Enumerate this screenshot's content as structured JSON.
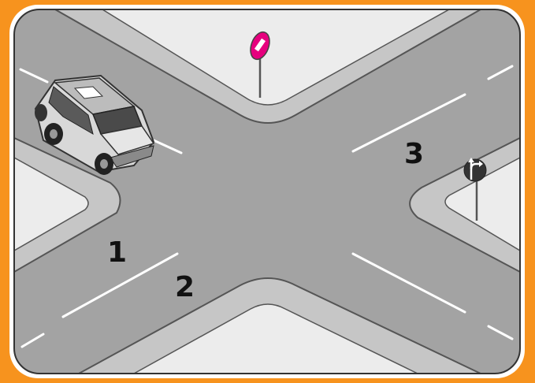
{
  "labels": {
    "position_1": "1",
    "position_2": "2",
    "position_3": "3"
  },
  "signs": {
    "top": "no-entry-sign",
    "right": "right-turn-or-straight-only-sign"
  },
  "colors": {
    "frame": "#f7931e",
    "road": "#a3a3a3",
    "sidewalk": "#c4c4c4",
    "block": "#e8e8e8",
    "no_entry_sign": "#e6007e"
  }
}
